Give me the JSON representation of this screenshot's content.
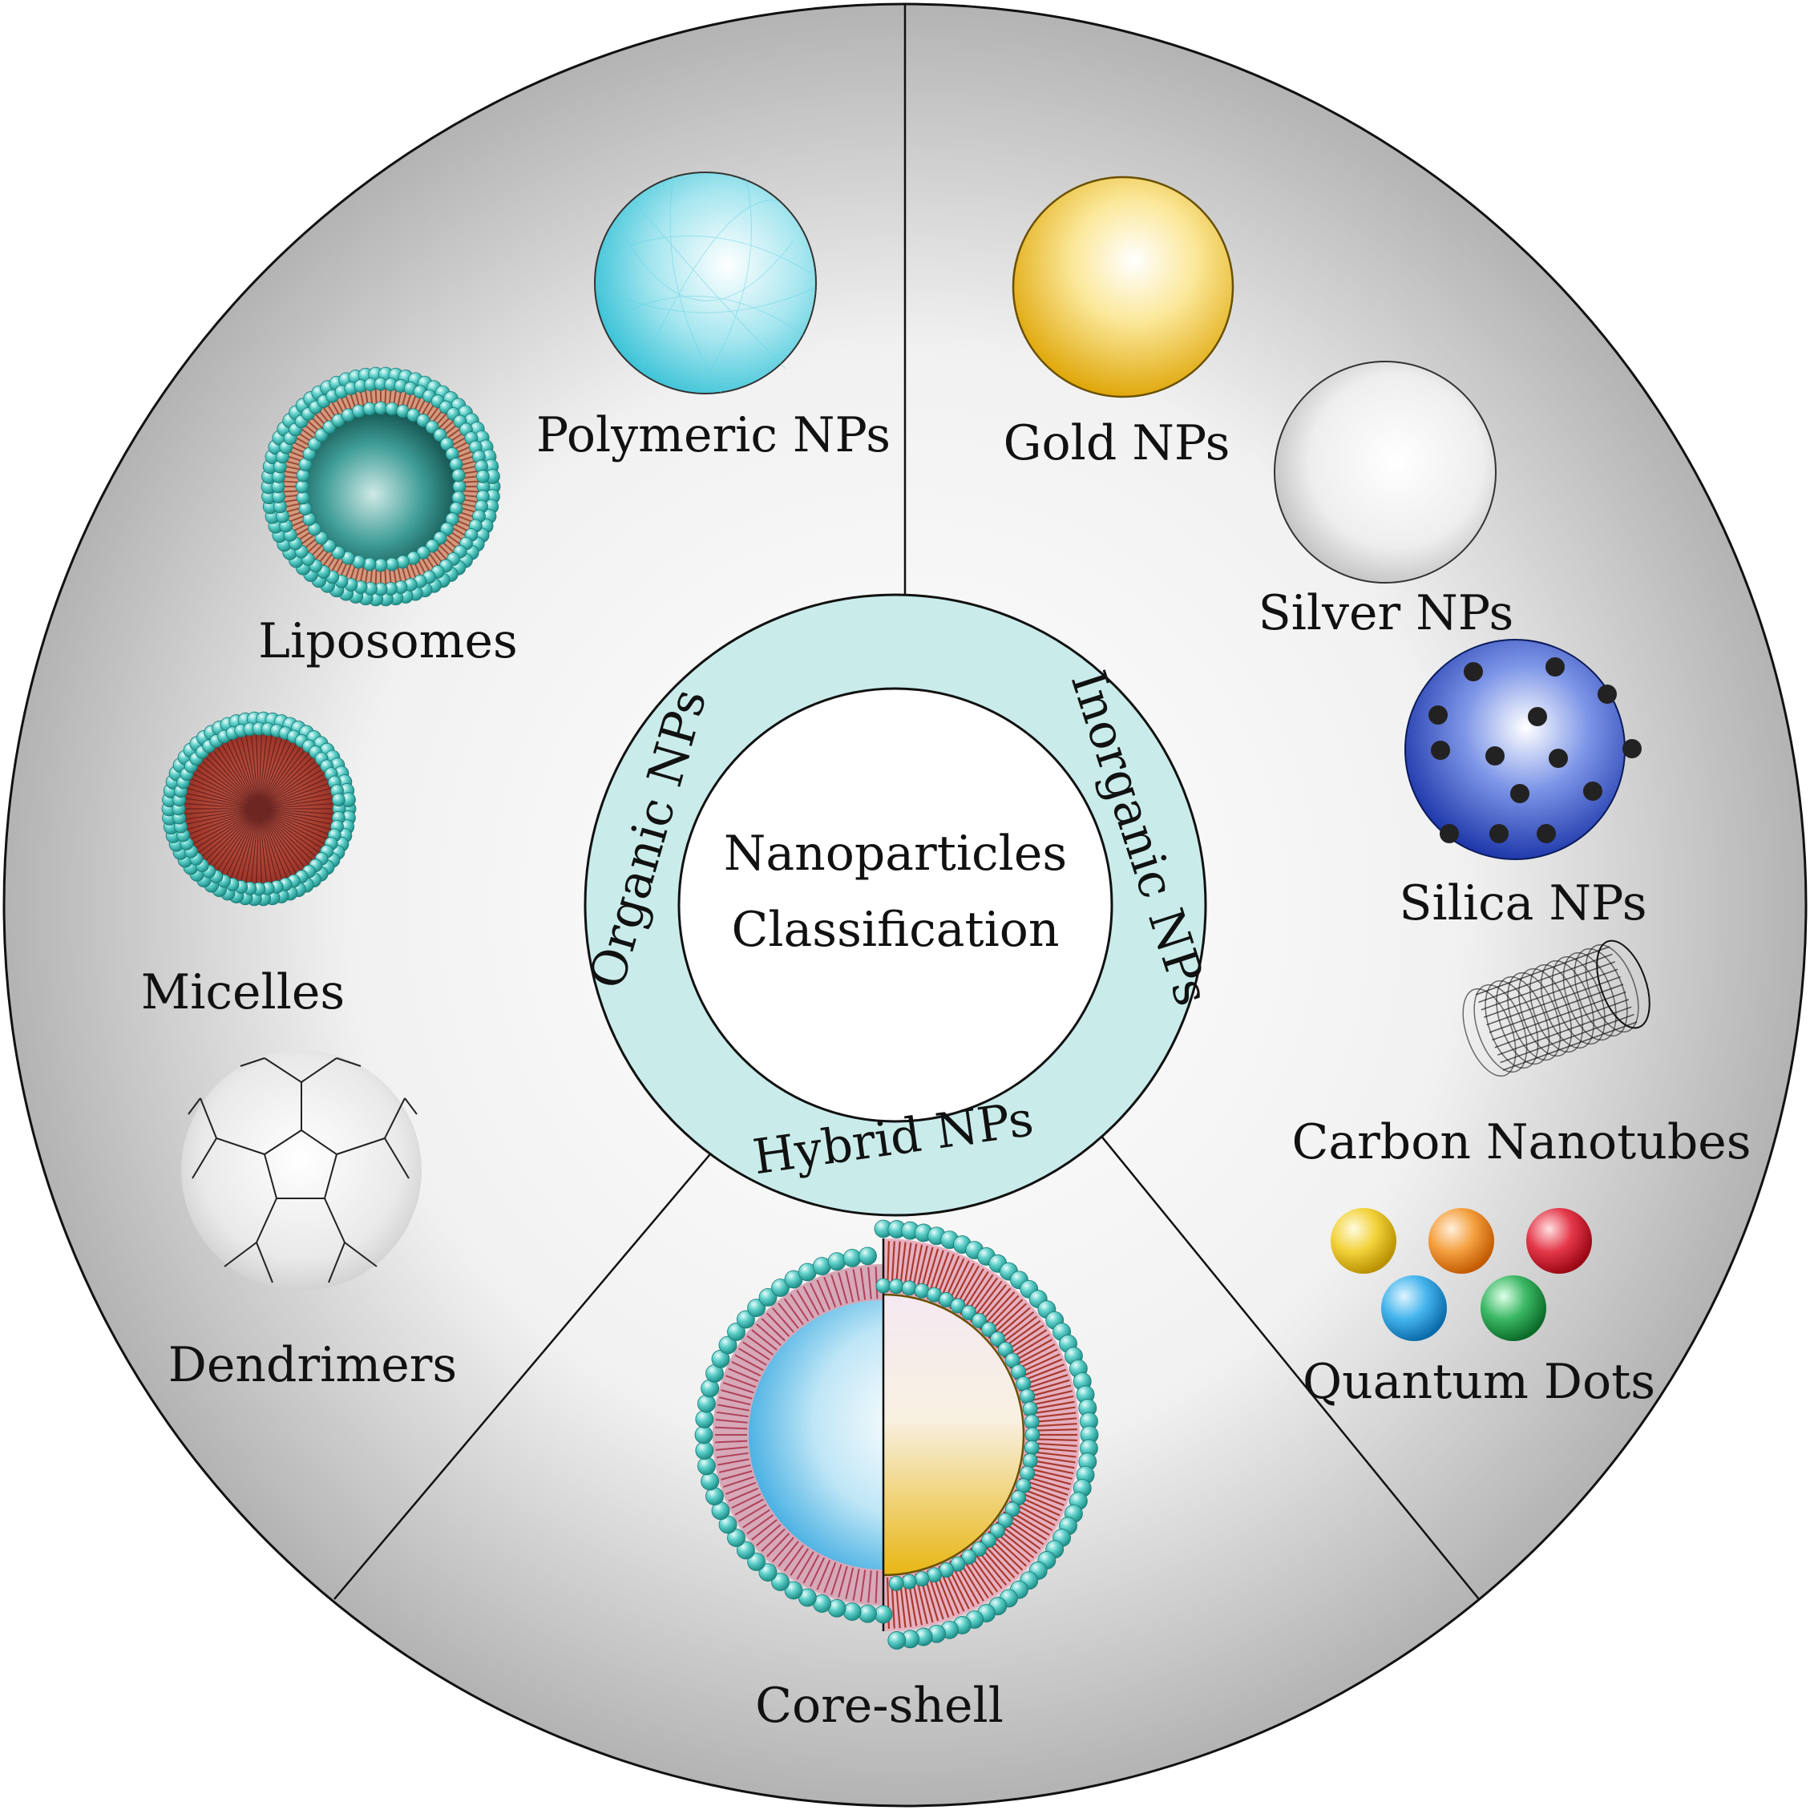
{
  "center": {
    "line1": "Nanoparticles",
    "line2": "Classification"
  },
  "categories": {
    "organic": "Organic NPs",
    "inorganic": "Inorganic NPs",
    "hybrid": "Hybrid NPs"
  },
  "items": {
    "polymeric": "Polymeric NPs",
    "liposomes": "Liposomes",
    "micelles": "Micelles",
    "dendrimers": "Dendrimers",
    "gold": "Gold NPs",
    "silver": "Silver NPs",
    "silica": "Silica NPs",
    "carbon_nanotubes": "Carbon Nanotubes",
    "quantum_dots": "Quantum Dots",
    "core_shell": "Core-shell"
  },
  "colors": {
    "ring": "#c9ecea",
    "teal_bead": "#3fb8b2",
    "polymeric": "#47c9dc",
    "gold": "#e8b614",
    "silica": "#1f3fb8",
    "qd_yellow": "#e6c20e",
    "qd_orange": "#ef8a18",
    "qd_red": "#d8172a",
    "qd_blue": "#1f9de0",
    "qd_green": "#1e9a44"
  }
}
